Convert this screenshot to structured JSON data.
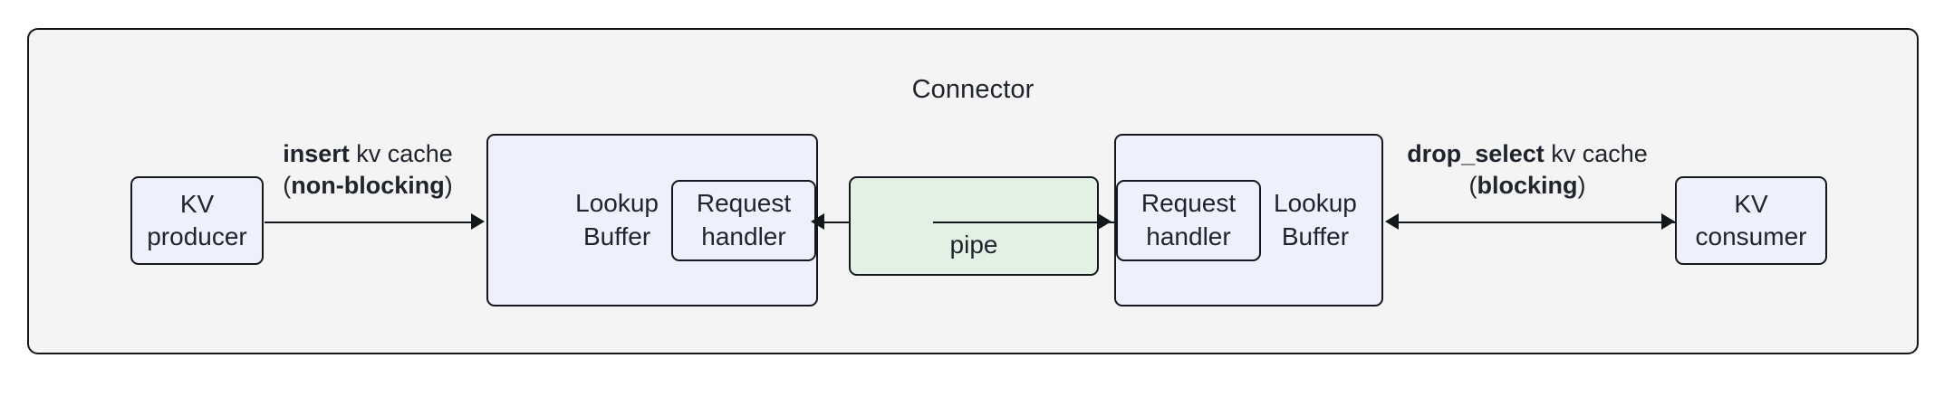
{
  "diagram": {
    "type": "block-diagram",
    "container": {
      "title": "Connector",
      "fill": "#f4f4f4",
      "stroke": "#14171c"
    },
    "colors": {
      "node_blue": "#eef1fc",
      "node_green": "#e3f1e5",
      "container_gray": "#f4f4f4",
      "stroke": "#14171c",
      "text": "#20242c"
    },
    "nodes": {
      "kv_producer": "KV\nproducer",
      "kv_consumer": "KV\nconsumer",
      "lookup_buffer_left": "Lookup\nBuffer",
      "lookup_buffer_right": "Lookup\nBuffer",
      "request_handler_left": "Request\nhandler",
      "request_handler_right": "Request\nhandler",
      "pipe": "pipe"
    },
    "edges": {
      "insert": {
        "op": "insert",
        "rest": " kv cache",
        "mode_open": "(",
        "mode": "non-blocking",
        "mode_close": ")",
        "direction": "right",
        "from": "kv_producer",
        "to": "lookup_buffer_left"
      },
      "pipe_to_left": {
        "direction": "left",
        "from": "pipe",
        "to": "lookup_buffer_left"
      },
      "pipe_to_right": {
        "direction": "right",
        "from": "pipe",
        "to": "lookup_buffer_right"
      },
      "drop_select": {
        "op": "drop_select",
        "rest": " kv cache",
        "mode_open": "(",
        "mode": "blocking",
        "mode_close": ")",
        "direction": "bidirectional",
        "from": "lookup_buffer_right",
        "to": "kv_consumer"
      }
    }
  }
}
